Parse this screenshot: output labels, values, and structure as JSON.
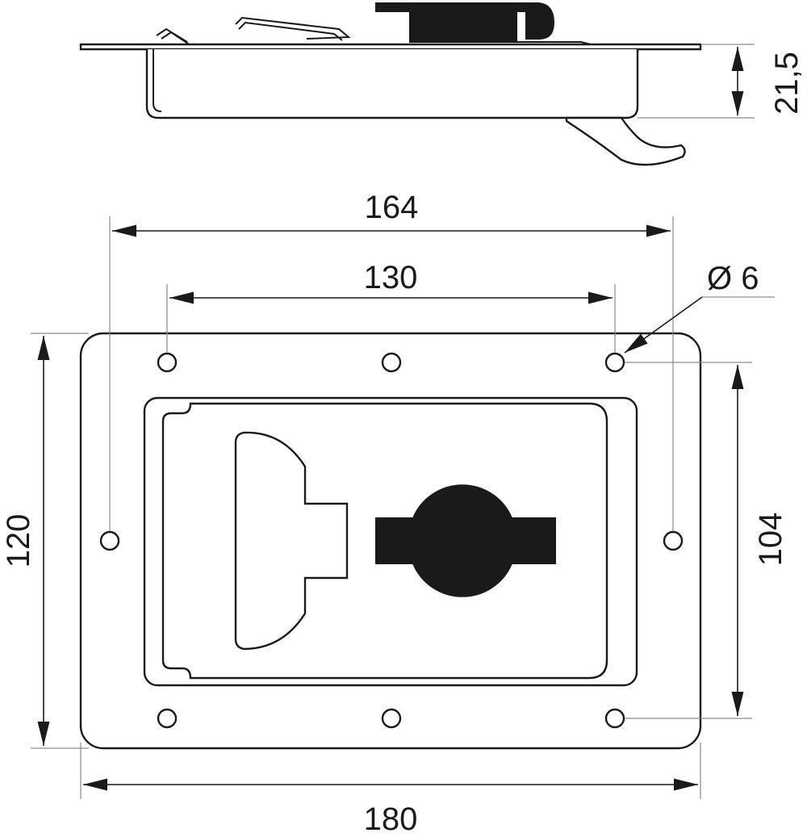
{
  "dimensions": {
    "height_side": "21,5",
    "mount_width": "164",
    "hole_spacing": "130",
    "hole_diameter": "Ø 6",
    "overall_height": "120",
    "inner_height": "104",
    "overall_width": "180"
  },
  "colors": {
    "line": "#1a1a1a",
    "extension": "#8a8a8a",
    "fill": "#ffffff"
  }
}
